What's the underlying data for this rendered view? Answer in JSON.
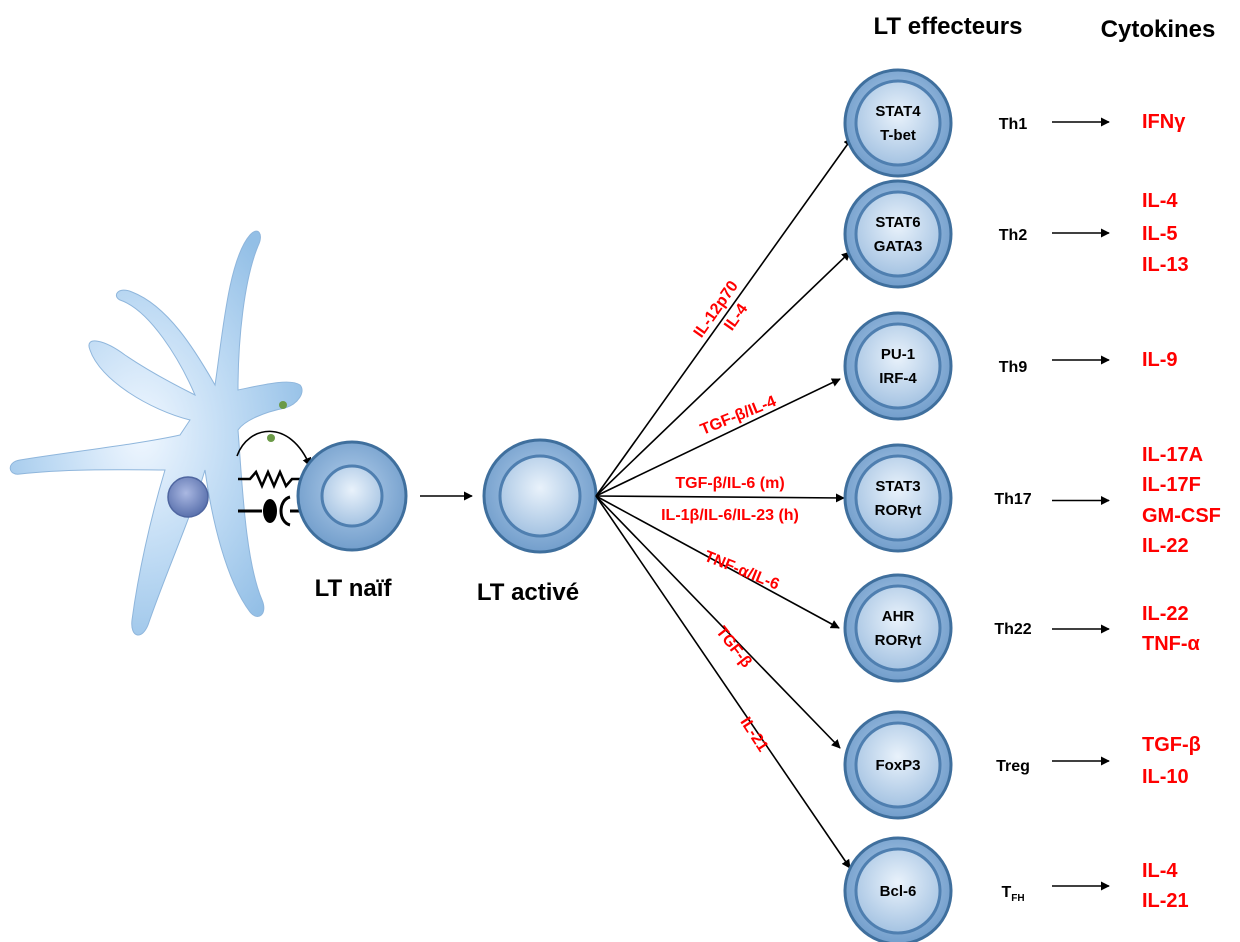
{
  "headers": {
    "effectors": "LT effecteurs",
    "cytokines": "Cytokines"
  },
  "labels": {
    "naive": "LT naïf",
    "activated": "LT activé"
  },
  "colors": {
    "red": "#ff0000",
    "cell_outer": "#6d9ac9",
    "cell_stroke": "#3f6f9d",
    "dc_body": "#a9cdef",
    "dc_nucleus": "#7a93c9",
    "vesicle": "#6b9a47"
  },
  "effectors": [
    {
      "tf": [
        "STAT4",
        "T-bet"
      ],
      "subset": "Th1",
      "subset_sub": "",
      "signal": "IL-12p70",
      "cytokines": [
        "IFNγ"
      ]
    },
    {
      "tf": [
        "STAT6",
        "GATA3"
      ],
      "subset": "Th2",
      "subset_sub": "",
      "signal": "IL-4",
      "cytokines": [
        "IL-4",
        "IL-5",
        "IL-13"
      ]
    },
    {
      "tf": [
        "PU-1",
        "IRF-4"
      ],
      "subset": "Th9",
      "subset_sub": "",
      "signal": "TGF-β/IL-4",
      "cytokines": [
        "IL-9"
      ]
    },
    {
      "tf": [
        "STAT3",
        "RORγt"
      ],
      "subset": "Th17",
      "subset_sub": "",
      "signal": "TGF-β/IL-6 (m)",
      "signal2": "IL-1β/IL-6/IL-23 (h)",
      "cytokines": [
        "IL-17A",
        "IL-17F",
        "GM-CSF",
        "IL-22"
      ]
    },
    {
      "tf": [
        "AHR",
        "RORγt"
      ],
      "subset": "Th22",
      "subset_sub": "",
      "signal": "TNF-α/IL-6",
      "cytokines": [
        "IL-22",
        "TNF-α"
      ]
    },
    {
      "tf": [
        "FoxP3"
      ],
      "subset": "Treg",
      "subset_sub": "",
      "signal": "TGF-β",
      "cytokines": [
        "TGF-β",
        "IL-10"
      ]
    },
    {
      "tf": [
        "Bcl-6"
      ],
      "subset": "T",
      "subset_sub": "FH",
      "signal": "IL-21",
      "cytokines": [
        "IL-4",
        "IL-21"
      ]
    }
  ]
}
